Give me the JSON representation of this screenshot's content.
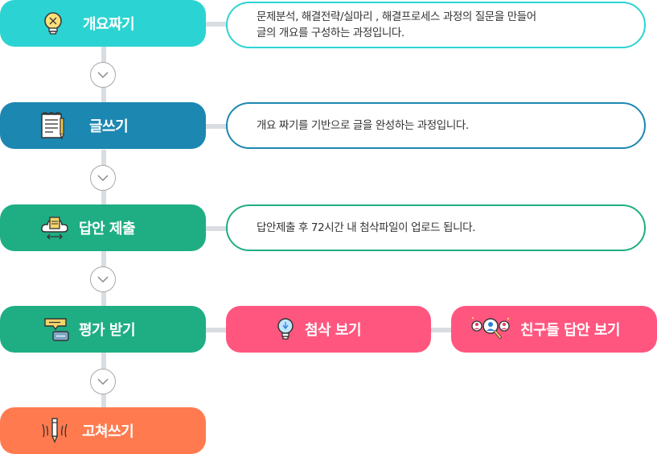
{
  "colors": {
    "step1": "#2bd4d2",
    "step2": "#1c87b1",
    "step3": "#1fae84",
    "step4": "#1fae84",
    "step5": "#ff7b4f",
    "pill": "#ff567f",
    "connector": "#d9dde2"
  },
  "steps": [
    {
      "label": "개요짜기",
      "icon": "lightbulb-icon"
    },
    {
      "label": "글쓰기",
      "icon": "document-icon"
    },
    {
      "label": "답안 제출",
      "icon": "cloud-upload-icon"
    },
    {
      "label": "평가 받기",
      "icon": "feedback-chat-icon"
    },
    {
      "label": "고쳐쓰기",
      "icon": "pen-icon"
    }
  ],
  "descriptions": [
    {
      "line1": "문제분석, 해결전략/실마리 , 해결프로세스 과정의 질문을 만들어",
      "line2": "글의 개요를 구성하는 과정입니다."
    },
    {
      "line1": "개요 짜기를 기반으로 글을 완성하는 과정입니다."
    },
    {
      "line1": "답안제출 후 72시간 내 첨삭파일이 업로드 됩니다."
    }
  ],
  "pills": [
    {
      "label": "첨삭 보기",
      "icon": "lightbulb-icon"
    },
    {
      "label": "친구들 답안 보기",
      "icon": "people-search-icon"
    }
  ]
}
